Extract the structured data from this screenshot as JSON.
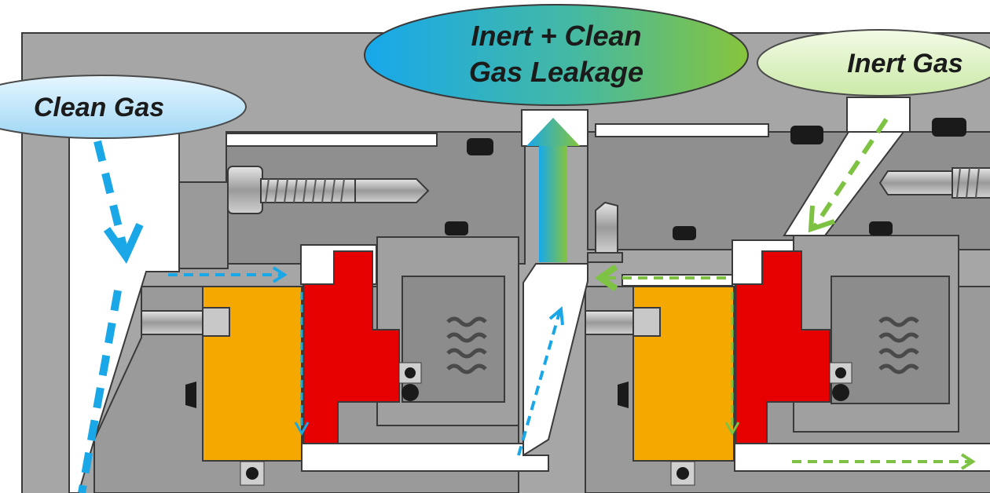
{
  "labels": {
    "clean_gas": "Clean Gas",
    "leakage_line1": "Inert + Clean",
    "leakage_line2": "Gas Leakage",
    "inert_gas": "Inert Gas"
  },
  "colors": {
    "housing": "#a6a6a6",
    "housing_dark": "#8c8c8c",
    "outline": "#3a3a3a",
    "channel": "#ffffff",
    "carrier": "#f5a800",
    "seal_ring": "#e60000",
    "clean_gas_flow": "#1aa7e8",
    "inert_gas_flow": "#7dc242",
    "o_ring": "#1a1a1a"
  },
  "icons": {
    "clean_gas_bubble": "gradient-ellipse-light-blue",
    "leakage_bubble": "gradient-ellipse-blue-green",
    "inert_gas_bubble": "gradient-ellipse-light-green",
    "leakage_arrow": "upward-gradient-arrow",
    "spring": "coil-spring-icon",
    "bolt": "socket-head-bolt-icon"
  }
}
